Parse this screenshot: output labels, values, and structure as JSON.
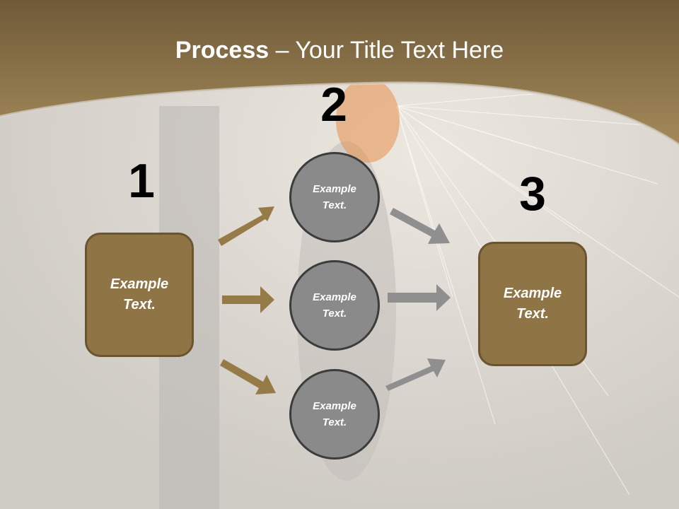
{
  "title": {
    "bold": "Process",
    "rest": " – Your Title Text Here"
  },
  "steps": {
    "one": "1",
    "two": "2",
    "three": "3"
  },
  "left_box": {
    "line1": "Example",
    "line2": "Text."
  },
  "right_box": {
    "line1": "Example",
    "line2": "Text."
  },
  "circles": [
    {
      "line1": "Example",
      "line2": "Text."
    },
    {
      "line1": "Example",
      "line2": "Text."
    },
    {
      "line1": "Example",
      "line2": "Text."
    }
  ],
  "colors": {
    "header": "#8f7446",
    "box": "#8f7446",
    "circle": "#8a8a8a",
    "arrow_left": "#967a47",
    "arrow_right": "#8f8f8f"
  }
}
